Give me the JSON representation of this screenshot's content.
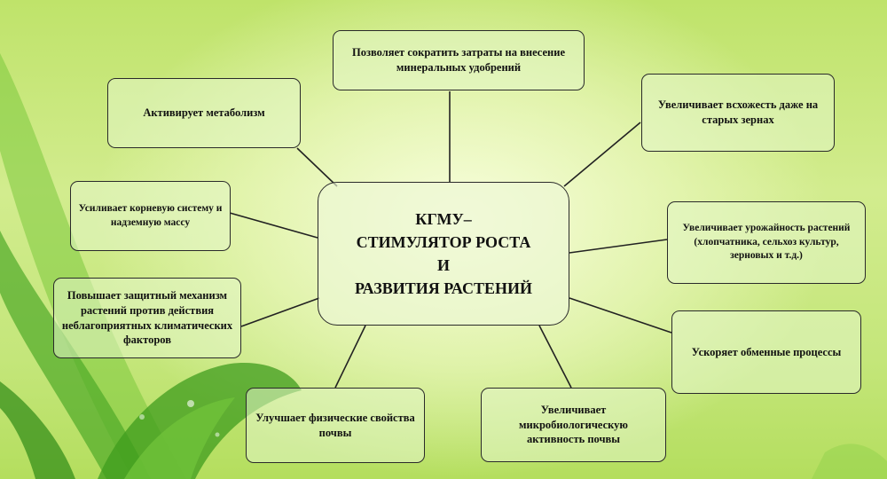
{
  "center": {
    "line1": "КГМУ–",
    "line2": "СТИМУЛЯТОР РОСТА",
    "line3": "И",
    "line4": "РАЗВИТИЯ РАСТЕНИЙ"
  },
  "nodes": {
    "mineral": "Позволяет сократить затраты на внесение минеральных удобрений",
    "metabolism": "Активирует метаболизм",
    "germination": "Увеличивает всхожесть даже на старых зернах",
    "roots": "Усиливает корневую систему и надземную массу",
    "yield": "Увеличивает урожайность растений (хлопчатника, сельхоз культур, зерновых и т.д.)",
    "protection": "Повышает защитный механизм растений против действия неблагоприятных климатических факторов",
    "exchange": "Ускоряет обменные процессы",
    "soil_physical": "Улучшает физические свойства почвы",
    "microbio": "Увеличивает микробиологическую активность почвы"
  },
  "colors": {
    "background": "#c4e67a",
    "leaf": "#5fb82e",
    "border": "#2a2a2a"
  }
}
